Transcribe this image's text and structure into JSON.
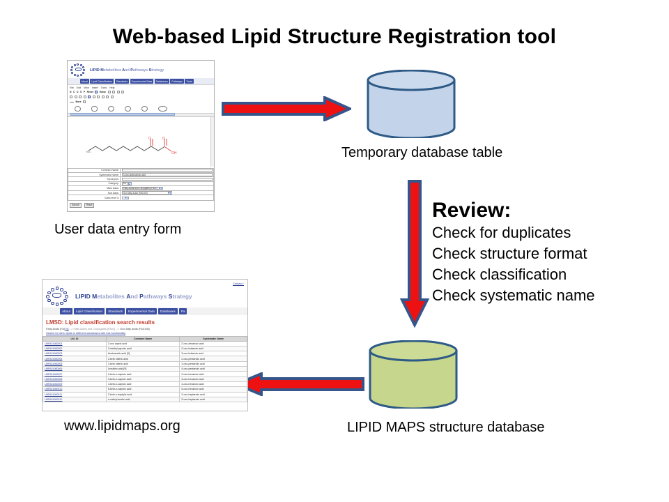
{
  "slide": {
    "title": "Web-based Lipid Structure Registration tool"
  },
  "captions": {
    "user_form": "User data entry form",
    "temp_db": "Temporary database table",
    "website": "www.lipidmaps.org",
    "structure_db": "LIPID MAPS structure database"
  },
  "review": {
    "title": "Review:",
    "items": [
      "Check for duplicates",
      "Check structure format",
      "Check classification",
      "Check systematic name"
    ]
  },
  "entry_form_shot": {
    "brand": {
      "lipid": "LIPID",
      "rest_a": "M",
      "rest_a_word": "etabolites",
      "rest_b": "A",
      "rest_b_word": "nd",
      "rest_c": "P",
      "rest_c_word": "athways",
      "rest_d": "S",
      "rest_d_word": "trategy"
    },
    "nav": [
      "About",
      "Lipid Classification",
      "Standards",
      "Experimental Data",
      "Databases",
      "Pathways",
      "Tools"
    ],
    "editor": {
      "menus": [
        "File",
        "Edit",
        "View",
        "Insert",
        "Tools",
        "Help"
      ],
      "tool_labels": [
        "N",
        "C",
        "O",
        "S",
        "P",
        "Reset",
        "Select",
        "Erase",
        "Trash",
        "Arb",
        "Chain",
        "More"
      ]
    },
    "fields": [
      {
        "label": "Common Name:",
        "value": "",
        "type": "text"
      },
      {
        "label": "Systematic Name:",
        "value": "3-oxo-dodecanoic acid",
        "type": "text"
      },
      {
        "label": "Synonyms:",
        "value": "",
        "type": "text"
      },
      {
        "label": "Category:",
        "value": "FA",
        "type": "select"
      },
      {
        "label": "Main class:",
        "value": "Fatty Acids and Conjugates [FA01]",
        "type": "select"
      },
      {
        "label": "Sub class:",
        "value": "Oxo fatty acids [FA0106]",
        "type": "select"
      },
      {
        "label": "Class level 4:",
        "value": "",
        "type": "select"
      }
    ],
    "buttons": [
      "Submit",
      "Reset"
    ]
  },
  "results_shot": {
    "contact_link": "Contact :",
    "brand": {
      "lipid": "LIPID",
      "rest_a": "M",
      "rest_a_word": "etabolites",
      "rest_b": "A",
      "rest_b_word": "nd",
      "rest_c": "P",
      "rest_c_word": "athways",
      "rest_d": "S",
      "rest_d_word": "trategy"
    },
    "nav": [
      "About",
      "Lipid Classification",
      "Standards",
      "Experimental Data",
      "Databases",
      "Pa"
    ],
    "heading": "LMSD: Lipid classification search results",
    "breadcrumb": {
      "level1": "Fatty Acids [FA]",
      "level1_link": "[9]",
      "arrow1": "--> ",
      "level2": "Fatty Acids and Conjugates [FA01]",
      "arrow2": "--> ",
      "level3": "Oxo fatty acids [FA0106]"
    },
    "sub_link": "Search for other lipids in different subclasses with this functionality",
    "table": {
      "columns": [
        "LM_ID",
        "Common Name",
        "Systematic Name"
      ],
      "rows": [
        [
          "LMFA01060001",
          "2-oxo capric acid",
          "2-oxo-decanoic acid"
        ],
        [
          "LMFA01060002",
          "3-methyl pyruvic acid",
          "2-oxo-butanoic acid"
        ],
        [
          "LMFA01060003",
          "Acetoacetic acid [9]",
          "3-oxo-butanoic acid"
        ],
        [
          "LMFA01060004",
          "2-keto valeric acid",
          "2-oxo-pentanoic acid"
        ],
        [
          "LMFA01060005",
          "3-keto valeric acid",
          "3-oxo-pentanoic acid"
        ],
        [
          "LMFA01060006",
          "Levulinic acid [9]",
          "4-oxo-pentanoic acid"
        ],
        [
          "LMFA01060007",
          "2-keto-n-caproic acid",
          "2-oxo-hexanoic acid"
        ],
        [
          "LMFA01060008",
          "3-keto-n-caproic acid",
          "3-oxo-hexanoic acid"
        ],
        [
          "LMFA01060009",
          "4-keto-n-caproic acid",
          "4-oxo-hexanoic acid"
        ],
        [
          "LMFA01060010",
          "5-keto-n-caproic acid",
          "5-oxo-hexanoic acid"
        ],
        [
          "LMFA01060011",
          "2-keto-n-heptylic acid",
          "2-oxo-heptanoic acid"
        ],
        [
          "LMFA01060012",
          "n-valeryl acetic acid",
          "3-oxo-heptanoic acid"
        ]
      ]
    }
  },
  "colors": {
    "arrow_fill": "#ee1111",
    "arrow_outline": "#36558b",
    "cylinder_top_fill": "#c3d3ea",
    "cylinder_bottom_fill": "#c6d68c",
    "cylinder_outline": "#2e5a86",
    "brand_blue": "#2b3f93",
    "heading_red": "#c0392b"
  }
}
